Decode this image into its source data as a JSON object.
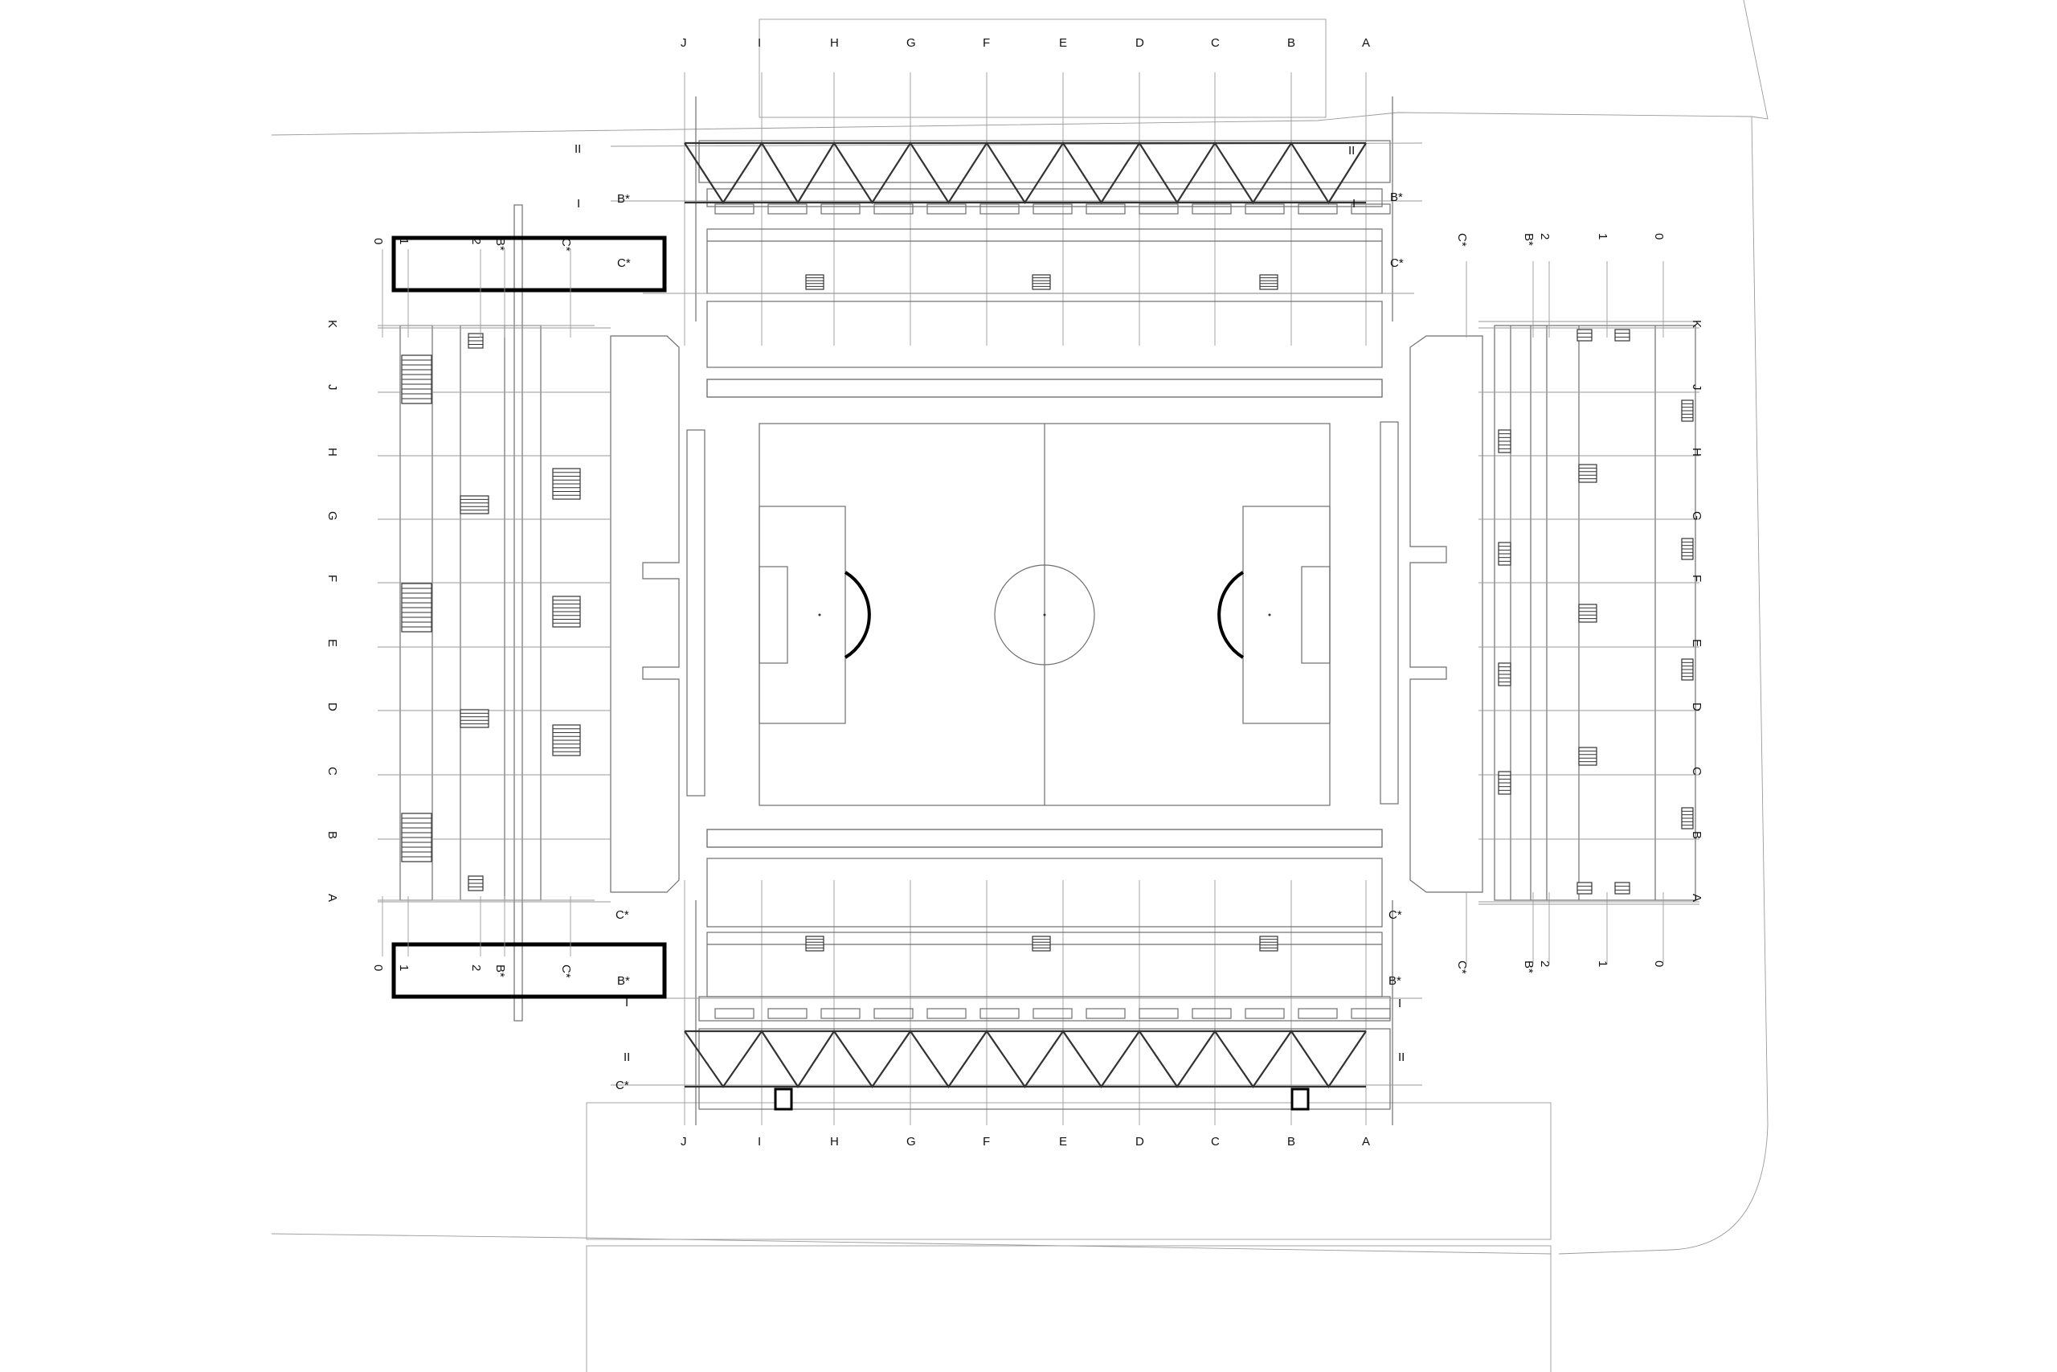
{
  "drawing": {
    "colors": {
      "line": "#6e6e6e",
      "ink": "#000000",
      "background": "#ffffff"
    },
    "grid_top_letters": [
      "J",
      "I",
      "H",
      "G",
      "F",
      "E",
      "D",
      "C",
      "B",
      "A"
    ],
    "grid_bottom_letters": [
      "J",
      "I",
      "H",
      "G",
      "F",
      "E",
      "D",
      "C",
      "B",
      "A"
    ],
    "grid_left_letters": [
      "K",
      "J",
      "H",
      "G",
      "F",
      "E",
      "D",
      "C",
      "B",
      "A"
    ],
    "grid_right_letters": [
      "K",
      "J",
      "H",
      "G",
      "F",
      "E",
      "D",
      "C",
      "B",
      "A"
    ],
    "grid_left_numbers": [
      "0",
      "1",
      "2",
      "B*",
      "C*"
    ],
    "grid_right_numbers": [
      "C*",
      "B*",
      "2",
      "1",
      "0"
    ],
    "axis_labels": {
      "roman_two": "II",
      "roman_one": "I",
      "b_star": "B*",
      "c_star": "C*"
    }
  }
}
